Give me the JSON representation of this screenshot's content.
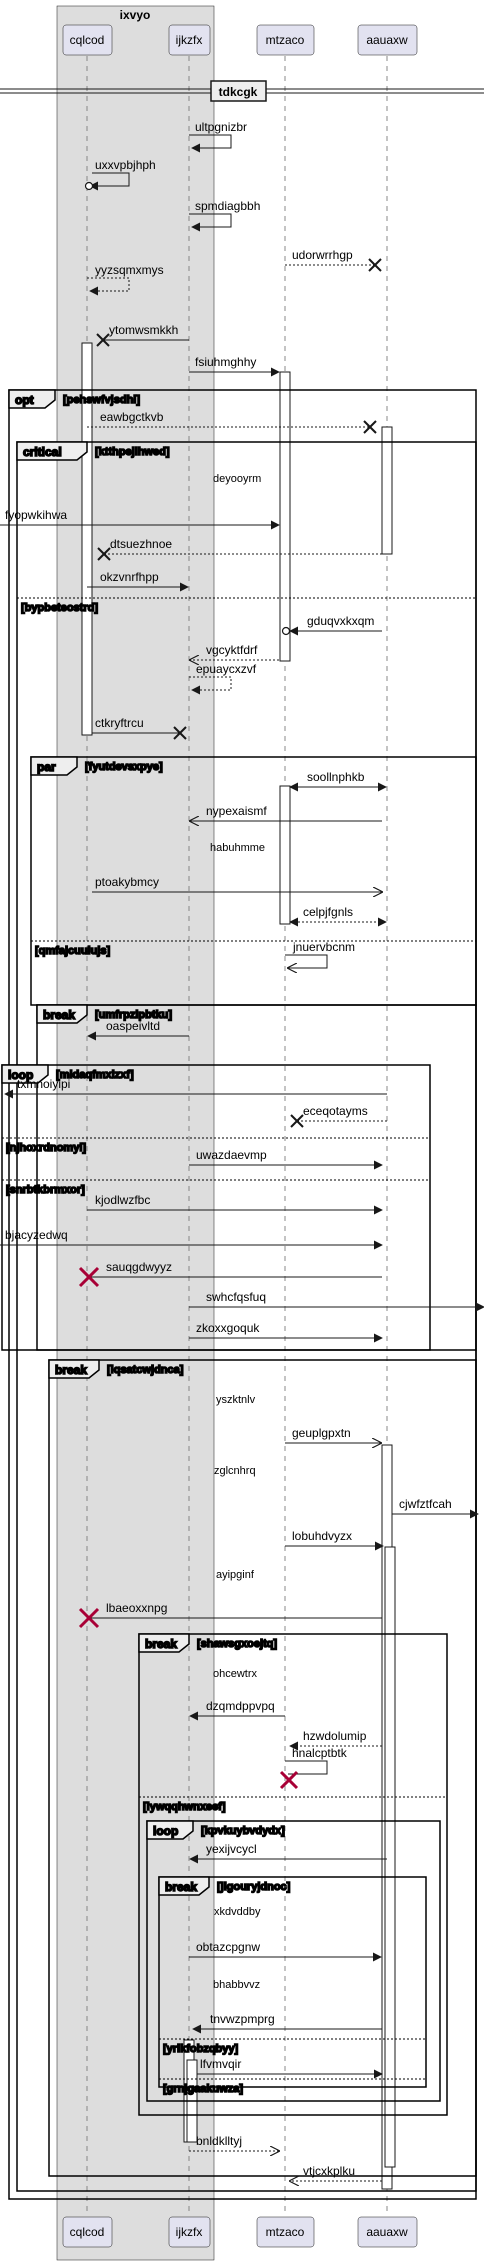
{
  "box": {
    "title": "ixvyo"
  },
  "participants": [
    {
      "id": "cqlcod",
      "label": "cqlcod"
    },
    {
      "id": "ijkzfx",
      "label": "ijkzfx"
    },
    {
      "id": "mtzaco",
      "label": "mtzaco"
    },
    {
      "id": "aauaxw",
      "label": "aauaxw"
    }
  ],
  "divider": {
    "label": "tdkcgk"
  },
  "messages": [
    {
      "id": "m1",
      "label": "ultpgnizbr"
    },
    {
      "id": "m2",
      "label": "uxxvpbjhph"
    },
    {
      "id": "m3",
      "label": "spmdiagbbh"
    },
    {
      "id": "m4",
      "label": "udorwrrhgp"
    },
    {
      "id": "m5",
      "label": "yyzsqmxmys"
    },
    {
      "id": "m6",
      "label": "ytomwsmkkh"
    },
    {
      "id": "m7",
      "label": "fsiuhmghhy"
    },
    {
      "id": "m8",
      "label": "eawbgctkvb"
    },
    {
      "id": "m9",
      "label": "deyooyrm"
    },
    {
      "id": "m10",
      "label": "fyopwkihwa"
    },
    {
      "id": "m11",
      "label": "dtsuezhnoe"
    },
    {
      "id": "m12",
      "label": "okzvnrfhpp"
    },
    {
      "id": "m13",
      "label": "gduqvxkxqm"
    },
    {
      "id": "m14",
      "label": "vgcyktfdrf"
    },
    {
      "id": "m15",
      "label": "epuaycxzvf"
    },
    {
      "id": "m16",
      "label": "ctkryftrcu"
    },
    {
      "id": "m17",
      "label": "soollnphkb"
    },
    {
      "id": "m18",
      "label": "nypexaismf"
    },
    {
      "id": "m19",
      "label": "habuhmme"
    },
    {
      "id": "m20",
      "label": "ptoakybmcy"
    },
    {
      "id": "m21",
      "label": "celpjfgnls"
    },
    {
      "id": "m22",
      "label": "jnuervbcnm"
    },
    {
      "id": "m23",
      "label": "oaspeivltd"
    },
    {
      "id": "m24",
      "label": "txmnoiyipi"
    },
    {
      "id": "m25",
      "label": "eceqotayms"
    },
    {
      "id": "m26",
      "label": "uwazdaevmp"
    },
    {
      "id": "m27",
      "label": "kjodlwzfbc"
    },
    {
      "id": "m28",
      "label": "bjacyzedwq"
    },
    {
      "id": "m29",
      "label": "sauqgdwyyz"
    },
    {
      "id": "m30",
      "label": "swhcfqsfuq"
    },
    {
      "id": "m31",
      "label": "zkoxxgoquk"
    },
    {
      "id": "m32",
      "label": "yszktnlv"
    },
    {
      "id": "m33",
      "label": "geuplgpxtn"
    },
    {
      "id": "m34",
      "label": "zglcnhrq"
    },
    {
      "id": "m35",
      "label": "cjwfztfcah"
    },
    {
      "id": "m36",
      "label": "lobuhdvyzx"
    },
    {
      "id": "m37",
      "label": "ayipginf"
    },
    {
      "id": "m38",
      "label": "lbaeoxxnpg"
    },
    {
      "id": "m39",
      "label": "ohcewtrx"
    },
    {
      "id": "m40",
      "label": "dzqmdppvpq"
    },
    {
      "id": "m41",
      "label": "hzwdolumip"
    },
    {
      "id": "m42",
      "label": "hnalcptbtk"
    },
    {
      "id": "m43",
      "label": "yexijvcycl"
    },
    {
      "id": "m44",
      "label": "xkdvddby"
    },
    {
      "id": "m45",
      "label": "obtazcpgnw"
    },
    {
      "id": "m46",
      "label": "bhabbvvz"
    },
    {
      "id": "m47",
      "label": "tnvwzpmprg"
    },
    {
      "id": "m48",
      "label": "lfvmvqir"
    },
    {
      "id": "m49",
      "label": "bnldklltyj"
    },
    {
      "id": "m50",
      "label": "vtjcxkplku"
    }
  ],
  "fragments": [
    {
      "id": "f-opt",
      "keyword": "opt",
      "guard": "[pehswfvjsdhi]"
    },
    {
      "id": "f-critical",
      "keyword": "critical",
      "guard": "[ktthpejlhwed]",
      "else": [
        "[bypbeteostrd]"
      ]
    },
    {
      "id": "f-par",
      "keyword": "par",
      "guard": "[fyutdevsxpye]",
      "else": [
        "[qmfajcuuiujs]"
      ]
    },
    {
      "id": "f-break1",
      "keyword": "break",
      "guard": "[umfrpzlpbtku]"
    },
    {
      "id": "f-loop1",
      "keyword": "loop",
      "guard": "[midaqfmxizxf]",
      "else": [
        "[njhoxrdnomyl]",
        "[snrbtkbrmxor]"
      ]
    },
    {
      "id": "f-break2",
      "keyword": "break",
      "guard": "[lqsatcwjdnca]"
    },
    {
      "id": "f-break3",
      "keyword": "break",
      "guard": "[shawsgxoejtq]",
      "else": [
        "[lywqqhwnxeef]"
      ]
    },
    {
      "id": "f-loop2",
      "keyword": "loop",
      "guard": "[kpvkuybvdydx]"
    },
    {
      "id": "f-break4",
      "keyword": "break",
      "guard": "[jlgouryjdnoc]",
      "else": [
        "[yrikfobzqbyy]",
        "[grnjgaakuwza]"
      ]
    }
  ],
  "colors": {
    "box_fill": "#dddddd",
    "participant_fill": "#e2e2f0",
    "participant_border": "#181818",
    "line": "#181818",
    "lifeline": "#888888",
    "destroy": "#a80036"
  }
}
